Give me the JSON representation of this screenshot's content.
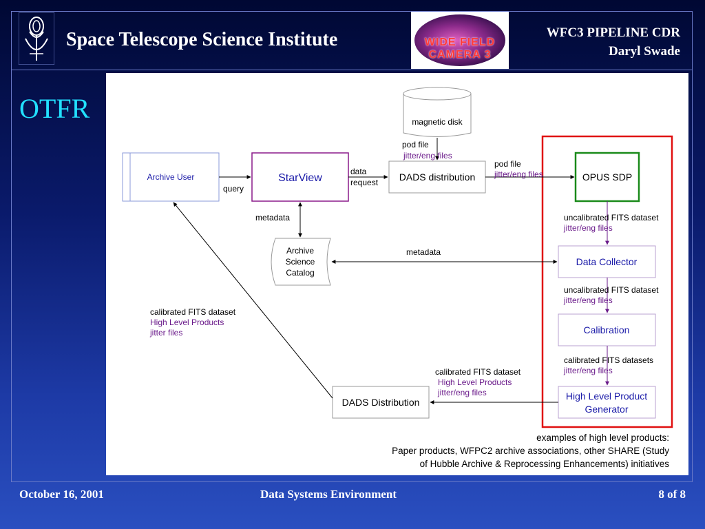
{
  "header": {
    "org_title": "Space Telescope Science Institute",
    "badge_text": "WIDE FIELD CAMERA 3",
    "project_title": "WFC3 PIPELINE CDR",
    "presenter": "Daryl Swade"
  },
  "slide": {
    "title": "OTFR"
  },
  "diagram": {
    "nodes": {
      "magnetic_disk": "magnetic disk",
      "archive_user": "Archive User",
      "starview": "StarView",
      "dads_distribution_top": "DADS distribution",
      "opus_sdp": "OPUS SDP",
      "archive_catalog": [
        "Archive",
        "Science",
        "Catalog"
      ],
      "data_collector": "Data Collector",
      "calibration": "Calibration",
      "hlp_generator": [
        "High Level Product",
        "Generator"
      ],
      "dads_distribution_bottom": "DADS Distribution"
    },
    "edge_labels": {
      "pod_file_1": "pod file",
      "jitter_1": "jitter/eng files",
      "pod_file_2": "pod file",
      "jitter_2": "jitter/eng files",
      "data_request": [
        "data",
        "request"
      ],
      "query": "query",
      "metadata_vertical": "metadata",
      "metadata_horizontal": "metadata",
      "uncal_1": "uncalibrated FITS dataset",
      "jitter_3": "jitter/eng files",
      "uncal_2": "uncalibrated FITS dataset",
      "jitter_4": "jitter/eng files",
      "cal_datasets": "calibrated FITS datasets",
      "jitter_5": "jitter/eng files",
      "cal_dataset_right": "calibrated FITS dataset",
      "hlp_right": "High Level Products",
      "jitter_6": "jitter/eng files",
      "cal_dataset_left": "calibrated FITS dataset",
      "hlp_left": "High Level Products",
      "jitter_left": "jitter files"
    },
    "examples_note": [
      "examples of high level products:",
      "Paper products, WFPC2 archive associations, other SHARE (Study",
      "of Hubble Archive & Reprocessing Enhancements) initiatives"
    ]
  },
  "footer": {
    "date": "October 16, 2001",
    "section": "Data Systems Environment",
    "page": "8 of 8"
  },
  "colors": {
    "purple_text": "#6a1a8a",
    "blue_text": "#1a1aa8",
    "starview_border": "#8a1a8a",
    "opus_border": "#1a8a1a",
    "highlight_red": "#e01010",
    "otfr_cyan": "#22e0ff"
  }
}
